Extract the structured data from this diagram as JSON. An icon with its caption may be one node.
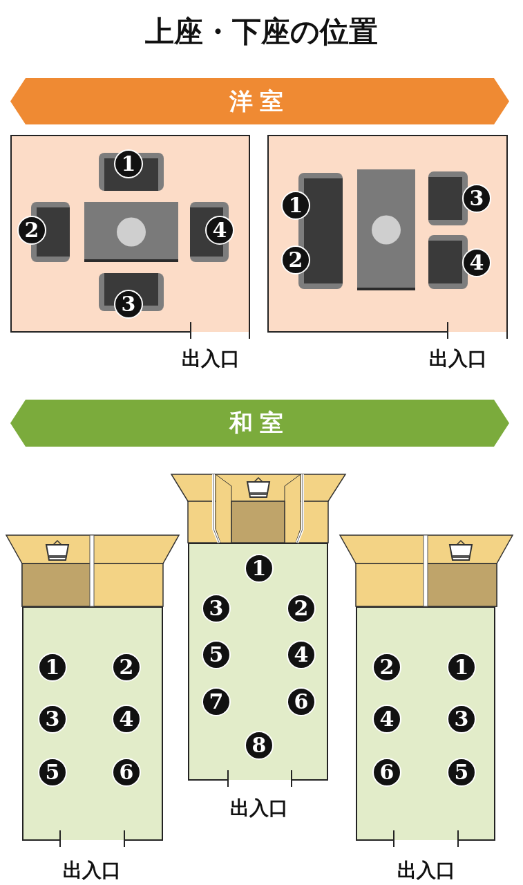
{
  "diagram": {
    "title": "上座・下座の位置",
    "nodes": [
      {
        "text": [
          "洋室"
        ]
      },
      {
        "text": [],
        "shape": "box",
        "beside": [
          "出入口"
        ]
      },
      {
        "text": [
          "1"
        ],
        "in": 1
      },
      {
        "text": [
          "2"
        ],
        "in": 1
      },
      {
        "text": [
          "4"
        ],
        "in": 1
      },
      {
        "text": [
          "3"
        ],
        "in": 1
      },
      {
        "text": [],
        "shape": "box",
        "beside": [
          "出入口"
        ]
      },
      {
        "text": [
          "3"
        ],
        "in": 6
      },
      {
        "text": [
          "1"
        ],
        "in": 6
      },
      {
        "text": [
          "2"
        ],
        "in": 6
      },
      {
        "text": [
          "4"
        ],
        "in": 6
      },
      {
        "text": [
          "和室"
        ]
      },
      {
        "text": [],
        "shape": "box",
        "beside": [
          "出入口"
        ]
      },
      {
        "text": [
          "1"
        ],
        "in": 12
      },
      {
        "text": [
          "2"
        ],
        "in": 12
      },
      {
        "text": [
          "3"
        ],
        "in": 12
      },
      {
        "text": [
          "4"
        ],
        "in": 12
      },
      {
        "text": [
          "5"
        ],
        "in": 12
      },
      {
        "text": [
          "6"
        ],
        "in": 12
      },
      {
        "text": [],
        "shape": "box",
        "beside": [
          "出入口"
        ]
      },
      {
        "text": [
          "1"
        ],
        "in": 19
      },
      {
        "text": [
          "3"
        ],
        "in": 19
      },
      {
        "text": [
          "2"
        ],
        "in": 19
      },
      {
        "text": [
          "5"
        ],
        "in": 19
      },
      {
        "text": [
          "4"
        ],
        "in": 19
      },
      {
        "text": [
          "7"
        ],
        "in": 19
      },
      {
        "text": [
          "6"
        ],
        "in": 19
      },
      {
        "text": [
          "8"
        ],
        "in": 19
      },
      {
        "text": [],
        "shape": "box",
        "beside": [
          "出入口"
        ]
      },
      {
        "text": [
          "2"
        ],
        "in": 28
      },
      {
        "text": [
          "1"
        ],
        "in": 28
      },
      {
        "text": [
          "4"
        ],
        "in": 28
      },
      {
        "text": [
          "3"
        ],
        "in": 28
      },
      {
        "text": [
          "6"
        ],
        "in": 28
      },
      {
        "text": [
          "5"
        ],
        "in": 28
      }
    ]
  }
}
